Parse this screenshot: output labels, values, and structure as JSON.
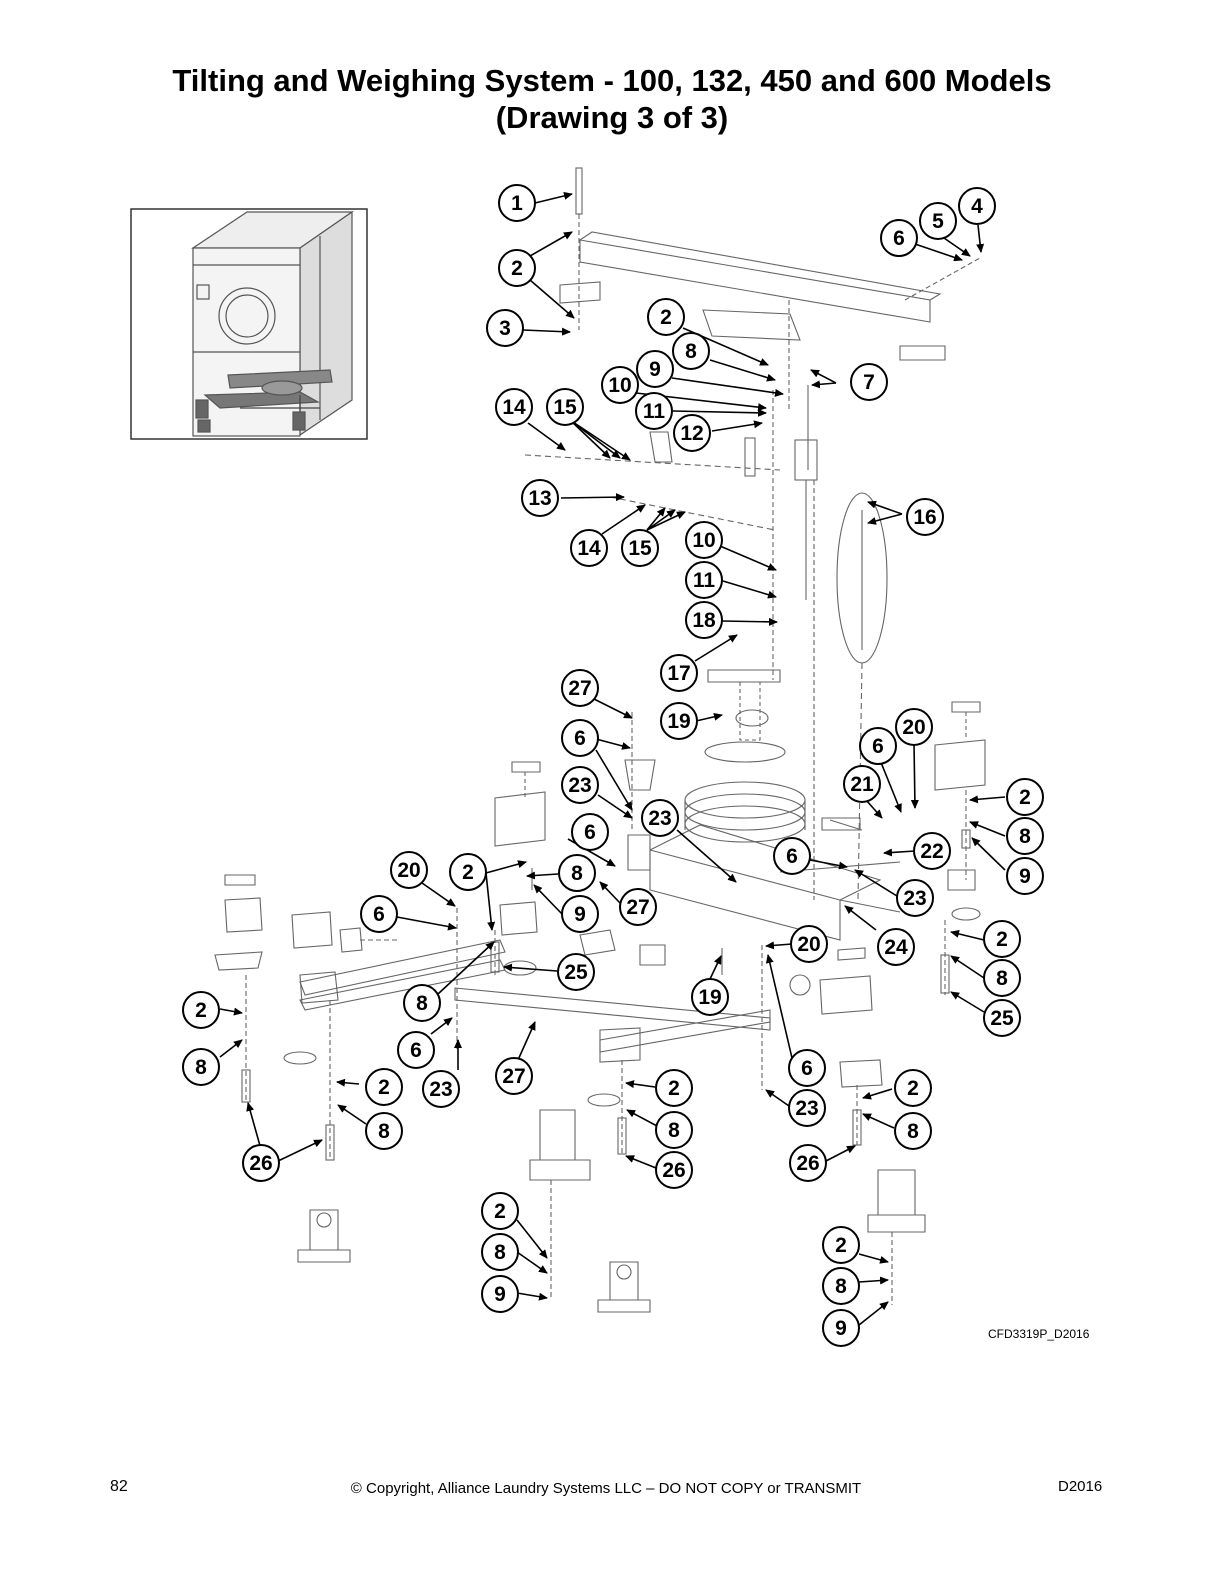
{
  "title": {
    "line1": "Tilting and Weighing System - 100, 132, 450 and 600 Models",
    "line2": "(Drawing 3 of 3)"
  },
  "callouts": [
    {
      "label": "1"
    },
    {
      "label": "2"
    },
    {
      "label": "3"
    },
    {
      "label": "4"
    },
    {
      "label": "5"
    },
    {
      "label": "6"
    },
    {
      "label": "2"
    },
    {
      "label": "8"
    },
    {
      "label": "9"
    },
    {
      "label": "7"
    },
    {
      "label": "10"
    },
    {
      "label": "11"
    },
    {
      "label": "12"
    },
    {
      "label": "14"
    },
    {
      "label": "15"
    },
    {
      "label": "13"
    },
    {
      "label": "14"
    },
    {
      "label": "15"
    },
    {
      "label": "16"
    },
    {
      "label": "10"
    },
    {
      "label": "11"
    },
    {
      "label": "18"
    },
    {
      "label": "17"
    },
    {
      "label": "27"
    },
    {
      "label": "19"
    },
    {
      "label": "6"
    },
    {
      "label": "23"
    },
    {
      "label": "23"
    },
    {
      "label": "20"
    },
    {
      "label": "6"
    },
    {
      "label": "21"
    },
    {
      "label": "2"
    },
    {
      "label": "8"
    },
    {
      "label": "22"
    },
    {
      "label": "9"
    },
    {
      "label": "6"
    },
    {
      "label": "23"
    },
    {
      "label": "6"
    },
    {
      "label": "27"
    },
    {
      "label": "20"
    },
    {
      "label": "2"
    },
    {
      "label": "8"
    },
    {
      "label": "9"
    },
    {
      "label": "6"
    },
    {
      "label": "24"
    },
    {
      "label": "20"
    },
    {
      "label": "2"
    },
    {
      "label": "8"
    },
    {
      "label": "25"
    },
    {
      "label": "25"
    },
    {
      "label": "19"
    },
    {
      "label": "8"
    },
    {
      "label": "2"
    },
    {
      "label": "6"
    },
    {
      "label": "8"
    },
    {
      "label": "23"
    },
    {
      "label": "27"
    },
    {
      "label": "2"
    },
    {
      "label": "2"
    },
    {
      "label": "6"
    },
    {
      "label": "2"
    },
    {
      "label": "23"
    },
    {
      "label": "8"
    },
    {
      "label": "8"
    },
    {
      "label": "8"
    },
    {
      "label": "26"
    },
    {
      "label": "26"
    },
    {
      "label": "26"
    },
    {
      "label": "2"
    },
    {
      "label": "8"
    },
    {
      "label": "9"
    },
    {
      "label": "2"
    },
    {
      "label": "8"
    },
    {
      "label": "9"
    }
  ],
  "drawing_id": "CFD3319P_D2016",
  "footer": {
    "page_number": "82",
    "copyright": "© Copyright, Alliance Laundry Systems LLC – DO NOT COPY or TRANSMIT",
    "doc_code": "D2016"
  }
}
